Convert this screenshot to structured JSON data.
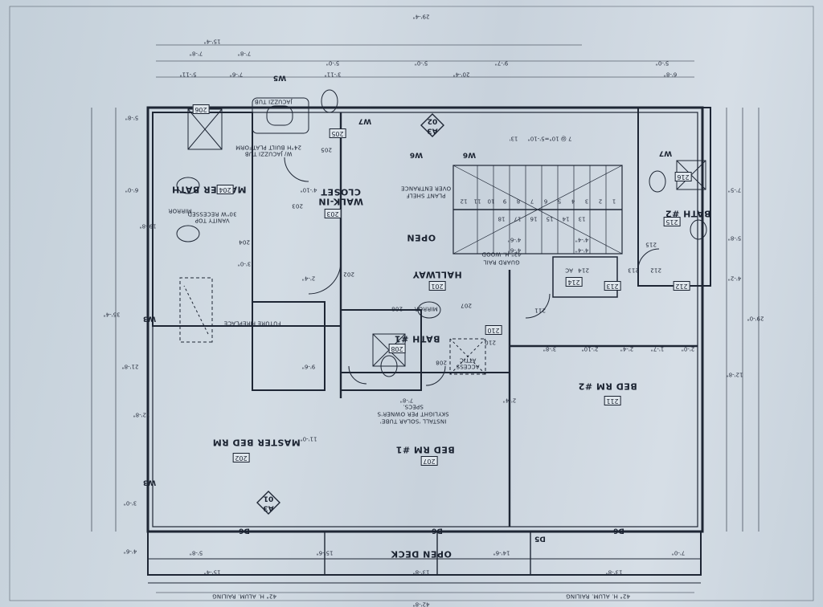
{
  "rooms": {
    "master_bath": "MASTER BATH",
    "walk_in_closet_1": "WALK-IN",
    "walk_in_closet_2": "CLOSET",
    "open": "OPEN",
    "hallway": "HALLWAY",
    "bath2": "BATH #2",
    "bath1": "BATH #1",
    "master_bed": "MASTER BED RM",
    "bed1": "BED RM #1",
    "bed2": "BED RM #2",
    "open_deck": "OPEN DECK",
    "ac": "AC"
  },
  "room_numbers": {
    "r201": "201",
    "r202": "202",
    "r202b": "202",
    "r203": "203",
    "r203b": "203",
    "r204": "204",
    "r204b": "204",
    "r205": "205",
    "r205b": "205",
    "r206": "206",
    "r207": "207",
    "r207b": "207",
    "r208": "208",
    "r208b": "208",
    "r208c": "208",
    "r210": "210",
    "r210b": "210",
    "r211": "211",
    "r211b": "211",
    "r212": "212",
    "r212b": "212",
    "r213": "213",
    "r213b": "213",
    "r214": "214",
    "r214b": "214",
    "r215": "215",
    "r215b": "215",
    "r216": "216"
  },
  "notes": {
    "jacuzzi_tub": "JACUZZI TUB",
    "platform": "24\"H BUILT PLATFORM",
    "platform2": "W/ JACUZZI TUB",
    "vanity": "30\"W RECESSED",
    "vanity2": "VANITY TOP",
    "mirror": "MIRROR",
    "mirror2": "MIRROR",
    "fireplace": "FUTURE FIREPLACE",
    "plant_shelf": "PLANT SHELF",
    "over_entrance": "OVER ENTRANCE",
    "guard_rail": "42\" H. WOOD",
    "guard_rail2": "GUARD RAIL",
    "attic": "ATTIC",
    "access": "ACCESS",
    "skylight1": "INSTALL 'SOLAR TUBE'",
    "skylight2": "SKYLIGHT PER OWNER'S",
    "skylight3": "SPECS.",
    "railing_left": "42\" H. ALUM. RAILING",
    "railing_right": "42\" H. ALUM. RAILING"
  },
  "tags": {
    "w5": "W5",
    "w7a": "W7",
    "w6a": "W6",
    "w6b": "W6",
    "w7b": "W7",
    "w3a": "W3",
    "w3b": "W3",
    "d6a": "D6",
    "d6b": "D6",
    "d5": "D5",
    "d6c": "D6",
    "sec_a3_top": "A3",
    "sec_02": "02",
    "sec_a3_bot": "A3",
    "sec_01": "01"
  },
  "dims": {
    "d_top_overall": "29'-4\"",
    "d_top_left": "15'-4\"",
    "d_2_1": "7'-8\"",
    "d_2_2": "7'-8\"",
    "d_2_3": "5'-0\"",
    "d_2_4": "5'-0\"",
    "d_2_5": "9'-7\"",
    "d_2_6": "5'-0\"",
    "d_3_1": "5'-11\"",
    "d_3_2": "7'-6\"",
    "d_3_3": "3'-11\"",
    "d_3_4": "20'-4\"",
    "d_3_5": "6'-8\"",
    "d_stair1": "7 @ 10\"=5'-10\"",
    "d_stair2": "13'",
    "d_left_1": "5'-8\"",
    "d_left_2": "6'-0\"",
    "d_left_3": "19'-8\"",
    "d_left_4": "35'-4\"",
    "d_left_5": "21'-8\"",
    "d_left_6": "12'-8\"",
    "d_left_7": "3'-0\"",
    "d_left_8": "4'-6\"",
    "d_right_1": "7'-5\"",
    "d_right_2": "5'-8\"",
    "d_right_3": "4'-2\"",
    "d_right_4": "29'-0\"",
    "d_right_5": "12'-8\"",
    "d_hall_1": "2'-4\"",
    "d_hall_2": "9'-6\"",
    "d_hall_3": "11'-0\"",
    "d_hall_4": "4'-6\"",
    "d_hall_5": "4'-4\"",
    "d_hall_6": "3'-8\"",
    "d_hall_7": "2'-10\"",
    "d_hall_8": "2'-4\"",
    "d_hall_9": "1'-7\"",
    "d_hall_10": "2'-0\"",
    "d_bed1": "7'-8\"",
    "d_bed1b": "2'-4\"",
    "d_deck_1": "5'-8\"",
    "d_deck_2": "15'-6\"",
    "d_deck_3": "14'-6\"",
    "d_deck_4": "7'-0\"",
    "d_deck_5": "15'-4\"",
    "d_deck_6": "13'-8\"",
    "d_deck_7": "13'-8\"",
    "d_bottom": "42'-8\"",
    "d_closet": "4'-10\"",
    "d_closet2": "3'-0\"",
    "d_stair_3": "4'-6\"",
    "d_stair_4": "4'-4\""
  },
  "stair_numbers": [
    "1",
    "2",
    "3",
    "4",
    "5",
    "6",
    "7",
    "8",
    "9",
    "10",
    "11",
    "12",
    "13",
    "14",
    "15",
    "16",
    "17",
    "18"
  ]
}
